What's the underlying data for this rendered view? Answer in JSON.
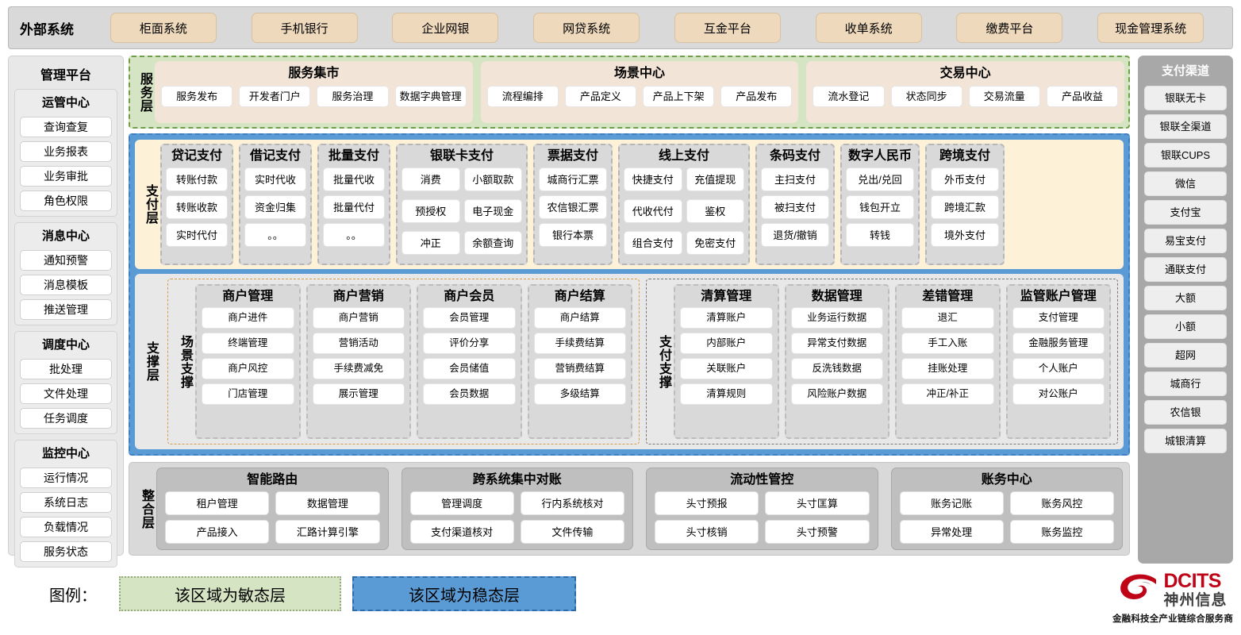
{
  "external": {
    "label": "外部系统",
    "systems": [
      "柜面系统",
      "手机银行",
      "企业网银",
      "网贷系统",
      "互金平台",
      "收单系统",
      "缴费平台",
      "现金管理系统"
    ]
  },
  "admin": {
    "title": "管理平台",
    "groups": [
      {
        "title": "运管中心",
        "items": [
          "查询查复",
          "业务报表",
          "业务审批",
          "角色权限"
        ]
      },
      {
        "title": "消息中心",
        "items": [
          "通知预警",
          "消息模板",
          "推送管理"
        ]
      },
      {
        "title": "调度中心",
        "items": [
          "批处理",
          "文件处理",
          "任务调度"
        ]
      },
      {
        "title": "监控中心",
        "items": [
          "运行情况",
          "系统日志",
          "负载情况",
          "服务状态"
        ]
      }
    ]
  },
  "channels": {
    "title": "支付渠道",
    "items": [
      "银联无卡",
      "银联全渠道",
      "银联CUPS",
      "微信",
      "支付宝",
      "易宝支付",
      "通联支付",
      "大额",
      "小额",
      "超网",
      "城商行",
      "农信银",
      "城银清算"
    ]
  },
  "service_layer": {
    "label": "服务层",
    "groups": [
      {
        "title": "服务集市",
        "items": [
          "服务发布",
          "开发者门户",
          "服务治理",
          "数据字典管理"
        ]
      },
      {
        "title": "场景中心",
        "items": [
          "流程编排",
          "产品定义",
          "产品上下架",
          "产品发布"
        ]
      },
      {
        "title": "交易中心",
        "items": [
          "流水登记",
          "状态同步",
          "交易流量",
          "产品收益"
        ]
      }
    ]
  },
  "payment_layer": {
    "label": "支付层",
    "groups": [
      {
        "title": "贷记支付",
        "cols": 1,
        "items": [
          "转账付款",
          "转账收款",
          "实时代付"
        ]
      },
      {
        "title": "借记支付",
        "cols": 1,
        "items": [
          "实时代收",
          "资金归集",
          "。。"
        ]
      },
      {
        "title": "批量支付",
        "cols": 1,
        "items": [
          "批量代收",
          "批量代付",
          "。。"
        ]
      },
      {
        "title": "银联卡支付",
        "cols": 2,
        "items": [
          "消费",
          "小额取款",
          "预授权",
          "电子现金",
          "冲正",
          "余额查询"
        ]
      },
      {
        "title": "票据支付",
        "cols": 1,
        "items": [
          "城商行汇票",
          "农信银汇票",
          "银行本票"
        ]
      },
      {
        "title": "线上支付",
        "cols": 2,
        "items": [
          "快捷支付",
          "充值提现",
          "代收代付",
          "鉴权",
          "组合支付",
          "免密支付"
        ]
      },
      {
        "title": "条码支付",
        "cols": 1,
        "items": [
          "主扫支付",
          "被扫支付",
          "退货/撤销"
        ]
      },
      {
        "title": "数字人民币",
        "cols": 1,
        "items": [
          "兑出/兑回",
          "钱包开立",
          "转钱"
        ]
      },
      {
        "title": "跨境支付",
        "cols": 1,
        "items": [
          "外币支付",
          "跨境汇款",
          "境外支付"
        ]
      }
    ]
  },
  "support_layer": {
    "label": "支撑层",
    "scene": {
      "label": "场景支撑",
      "groups": [
        {
          "title": "商户管理",
          "items": [
            "商户进件",
            "终端管理",
            "商户风控",
            "门店管理"
          ]
        },
        {
          "title": "商户营销",
          "items": [
            "商户营销",
            "营销活动",
            "手续费减免",
            "展示管理"
          ]
        },
        {
          "title": "商户会员",
          "items": [
            "会员管理",
            "评价分享",
            "会员储值",
            "会员数据"
          ]
        },
        {
          "title": "商户结算",
          "items": [
            "商户结算",
            "手续费结算",
            "营销费结算",
            "多级结算"
          ]
        }
      ]
    },
    "paysupport": {
      "label": "支付支撑",
      "groups": [
        {
          "title": "清算管理",
          "items": [
            "清算账户",
            "内部账户",
            "关联账户",
            "清算规则"
          ]
        },
        {
          "title": "数据管理",
          "items": [
            "业务运行数据",
            "异常支付数据",
            "反洗钱数据",
            "风险账户数据"
          ]
        },
        {
          "title": "差错管理",
          "items": [
            "退汇",
            "手工入账",
            "挂账处理",
            "冲正/补正"
          ]
        },
        {
          "title": "监管账户管理",
          "items": [
            "支付管理",
            "金融服务管理",
            "个人账户",
            "对公账户"
          ]
        }
      ]
    }
  },
  "integration_layer": {
    "label": "整合层",
    "groups": [
      {
        "title": "智能路由",
        "items": [
          "租户管理",
          "数据管理",
          "产品接入",
          "汇路计算引擎"
        ]
      },
      {
        "title": "跨系统集中对账",
        "items": [
          "管理调度",
          "行内系统核对",
          "支付渠道核对",
          "文件传输"
        ]
      },
      {
        "title": "流动性管控",
        "items": [
          "头寸预报",
          "头寸匡算",
          "头寸核销",
          "头寸预警"
        ]
      },
      {
        "title": "账务中心",
        "items": [
          "账务记账",
          "账务风控",
          "异常处理",
          "账务监控"
        ]
      }
    ]
  },
  "legend": {
    "label": "图例：",
    "agile": "该区域为敏态层",
    "stable": "该区域为稳态层",
    "agile_color": "#d5e5c3",
    "stable_color": "#5b9bd5"
  },
  "logo": {
    "en": "DCITS",
    "cn": "神州信息",
    "tagline": "金融科技全产业链综合服务商",
    "brand_color": "#c00418"
  }
}
